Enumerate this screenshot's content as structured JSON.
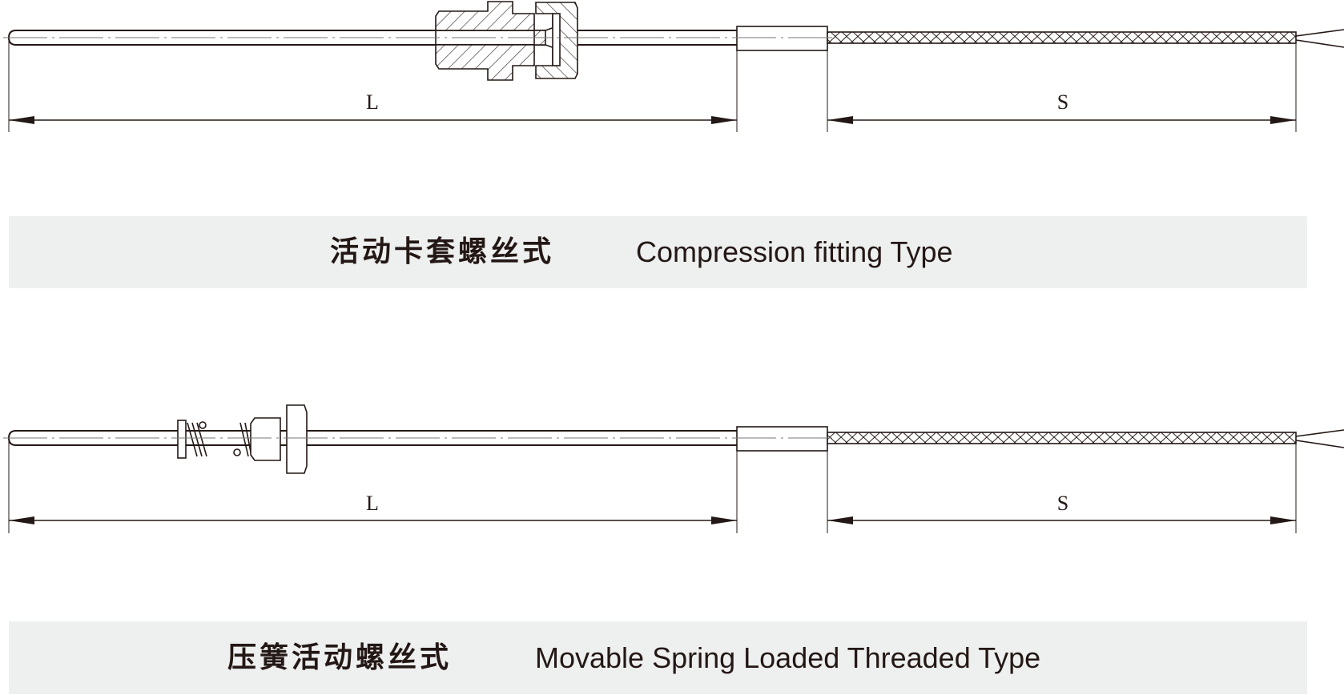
{
  "colors": {
    "ink": "#231815",
    "band": "#eeefef",
    "centerline": "#777777"
  },
  "diagrams": [
    {
      "dimension_left": "L",
      "dimension_right": "S",
      "title_cn": "活动卡套螺丝式",
      "title_en": "Compression fitting Type"
    },
    {
      "dimension_left": "L",
      "dimension_right": "S",
      "title_cn": "压簧活动螺丝式",
      "title_en": "Movable Spring Loaded Threaded Type"
    }
  ]
}
